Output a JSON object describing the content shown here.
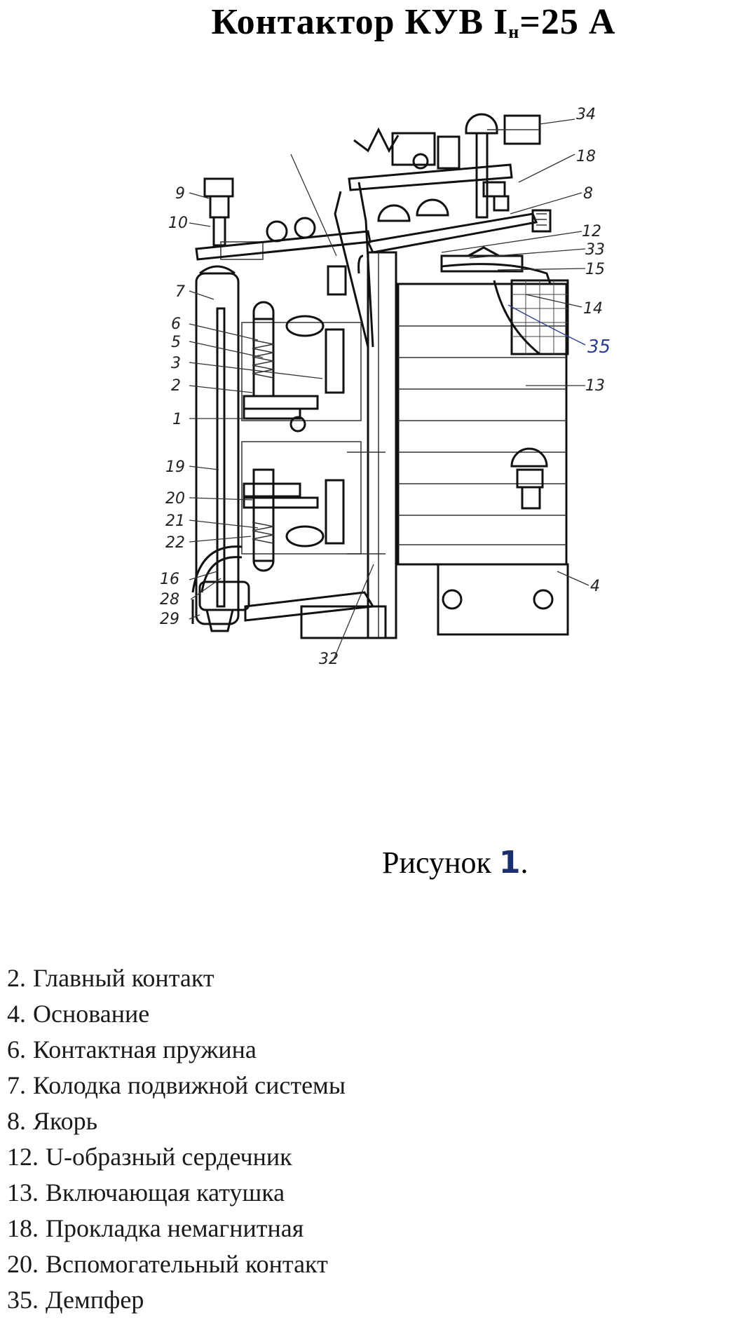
{
  "title": {
    "main": "Контактор КУВ I",
    "sub": "н",
    "rest": "=25 А"
  },
  "caption": {
    "text": "Рисунок ",
    "number": "1",
    "suffix": "."
  },
  "drawing_labels": {
    "l9": "9",
    "l10": "10",
    "l7": "7",
    "l6": "6",
    "l5": "5",
    "l3": "3",
    "l2": "2",
    "l1": "1",
    "l19": "19",
    "l20": "20",
    "l21": "21",
    "l22": "22",
    "l16": "16",
    "l28": "28",
    "l29": "29",
    "l32": "32",
    "l34": "34",
    "l18": "18",
    "l8": "8",
    "l12": "12",
    "l33": "33",
    "l15": "15",
    "l14": "14",
    "l35": "35",
    "l13": "13",
    "l4": "4"
  },
  "legend": [
    {
      "num": "2.",
      "text": "Главный контакт"
    },
    {
      "num": "4.",
      "text": "Основание"
    },
    {
      "num": "6.",
      "text": "Контактная пружина"
    },
    {
      "num": "7.",
      "text": "Колодка подвижной системы"
    },
    {
      "num": "8.",
      "text": "Якорь"
    },
    {
      "num": "12.",
      "text": "U-образный сердечник"
    },
    {
      "num": "13.",
      "text": "Включающая катушка"
    },
    {
      "num": "18.",
      "text": "Прокладка немагнитная"
    },
    {
      "num": "20.",
      "text": "Вспомогательный контакт"
    },
    {
      "num": "35.",
      "text": "Демпфер"
    }
  ]
}
